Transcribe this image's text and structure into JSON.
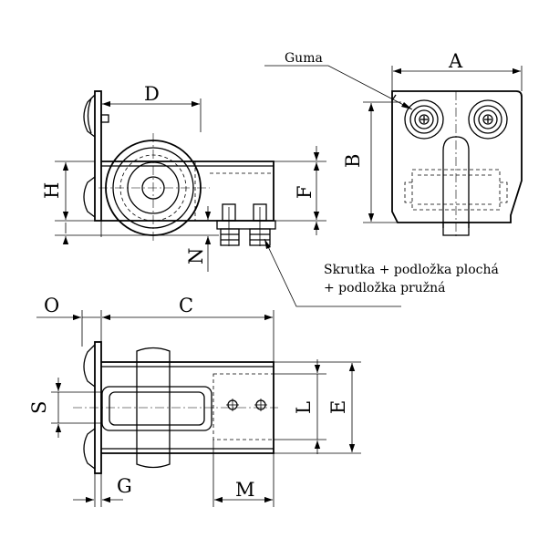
{
  "labels": {
    "A": "A",
    "B": "B",
    "C": "C",
    "D": "D",
    "E": "E",
    "F": "F",
    "G": "G",
    "H": "H",
    "L": "L",
    "M": "M",
    "N": "N",
    "O": "O",
    "S": "S"
  },
  "notes": {
    "guma": "Guma",
    "screw_line1": "Skrutka + podložka plochá",
    "screw_line2": "+ podložka pružná"
  }
}
